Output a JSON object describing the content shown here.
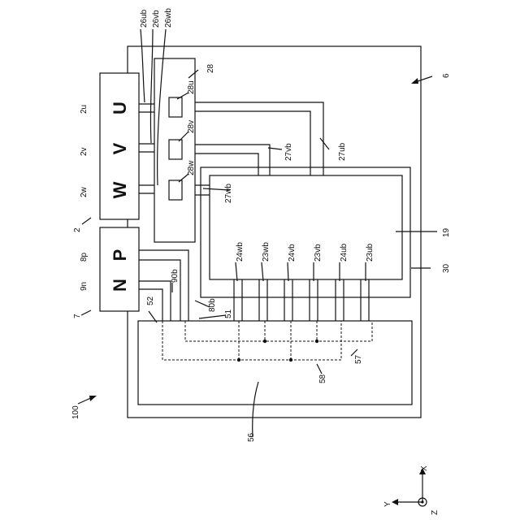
{
  "figure": {
    "ref_100": "100",
    "ref_6": "6",
    "ref_28": "28",
    "ref_28u": "28u",
    "ref_28v": "28v",
    "ref_28w": "28w",
    "ref_26ub": "26ub",
    "ref_26vb": "26vb",
    "ref_26wb": "26wb",
    "ref_2u": "2u",
    "ref_2v": "2v",
    "ref_2w": "2w",
    "ref_2": "2",
    "ref_8p": "8p",
    "ref_9n": "9n",
    "ref_7": "7",
    "ref_52": "52",
    "ref_90b": "90b",
    "ref_80b": "80b",
    "ref_51": "51",
    "ref_27vb": "27vb",
    "ref_27ub": "27ub",
    "ref_27wb": "27wb",
    "ref_19": "19",
    "ref_30": "30",
    "ref_24wb": "24wb",
    "ref_23wb": "23wb",
    "ref_24vb": "24vb",
    "ref_23vb": "23vb",
    "ref_24ub": "24ub",
    "ref_23ub": "23ub",
    "ref_57": "57",
    "ref_58": "58",
    "ref_56": "56",
    "terminal_u": "U",
    "terminal_v": "V",
    "terminal_w": "W",
    "terminal_p": "P",
    "terminal_n": "N",
    "axis_x": "X",
    "axis_y": "Y",
    "axis_z": "Z"
  }
}
